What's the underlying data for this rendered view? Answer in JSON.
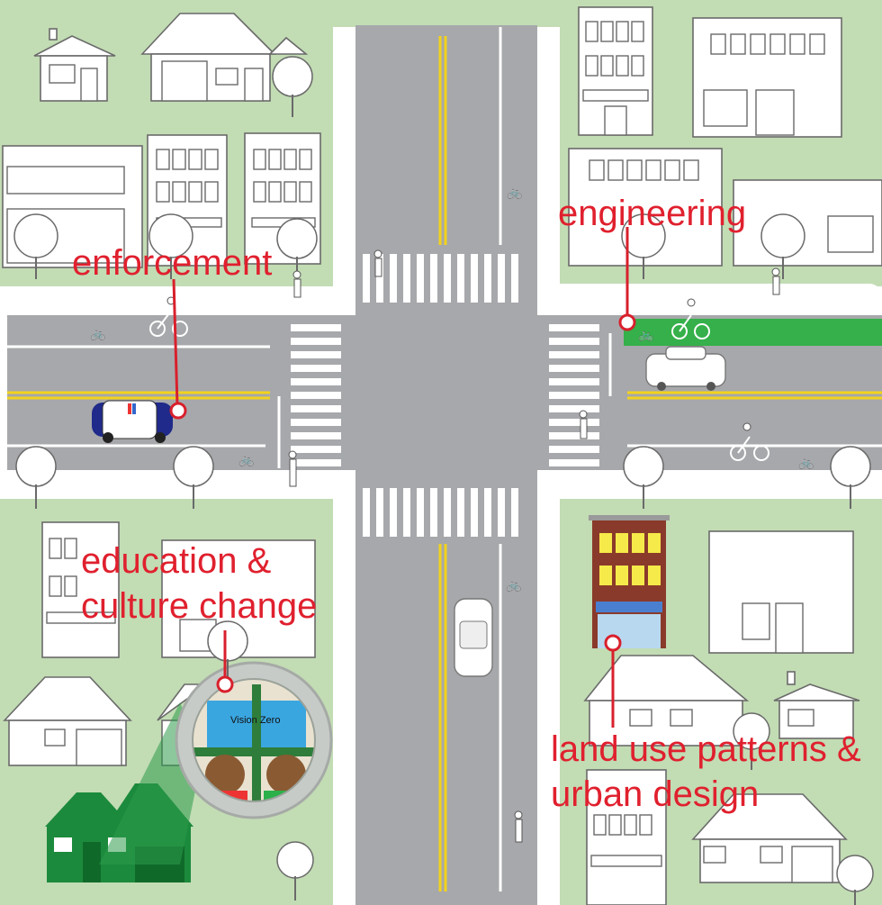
{
  "labels": {
    "enforcement": "enforcement",
    "engineering": "engineering",
    "education_line1": "education &",
    "education_line2": "culture change",
    "landuse_line1": "land use patterns &",
    "landuse_line2": "urban design"
  },
  "billboard_text": "Vision Zero",
  "colors": {
    "grass": "#c2dcb4",
    "road": "#a7a8ab",
    "sidewalk": "#ffffff",
    "yellow_line": "#f2d21c",
    "bike_lane_green": "#35b04a",
    "label_red": "#e0202e",
    "house_green": "#1c8a3c",
    "brick": "#8a3a2a"
  },
  "icons": [
    "bike-lane-symbol",
    "cyclist-icon",
    "pedestrian-icon",
    "police-car-icon",
    "car-icon",
    "tree-icon",
    "house-icon",
    "building-icon",
    "magnifier-lens"
  ]
}
